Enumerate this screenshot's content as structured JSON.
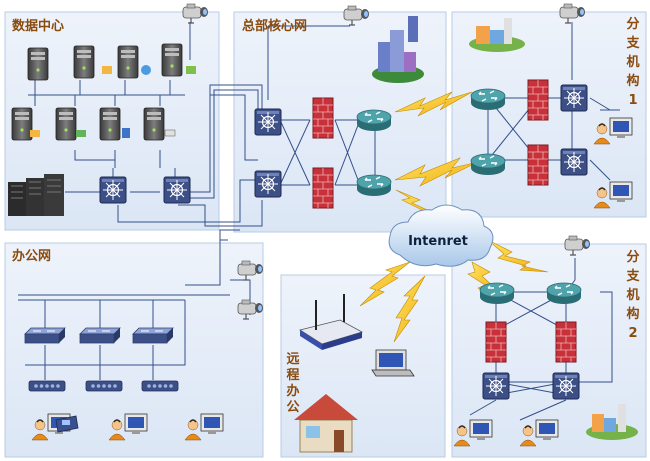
{
  "zones": {
    "datacenter": "数据中心",
    "headquarters": "总部核心网",
    "branch1": [
      "分",
      "支",
      "机",
      "构",
      "1"
    ],
    "office": "办公网",
    "remote": [
      "远",
      "程",
      "办",
      "公"
    ],
    "branch2": [
      "分",
      "支",
      "机",
      "构",
      "2"
    ]
  },
  "cloud": {
    "label": "Intenret"
  },
  "colors": {
    "panel": "#e6eefa",
    "panel_border": "#b9cbe4",
    "switch": "#3c4f86",
    "router": "#3f8f97",
    "firewall": "#c8303a",
    "lightning": "#f4c41a",
    "line": "#34508a",
    "zone_label": "#8a4b0e"
  },
  "icons": [
    "server-icon",
    "router-icon",
    "layer3-switch-icon",
    "firewall-icon",
    "camera-icon",
    "user-workstation-icon",
    "wireless-router-icon",
    "laptop-icon",
    "building-icon",
    "cloud-icon",
    "lightning-link-icon",
    "ip-phone-icon",
    "hub-icon",
    "storage-rack-icon",
    "house-icon"
  ]
}
